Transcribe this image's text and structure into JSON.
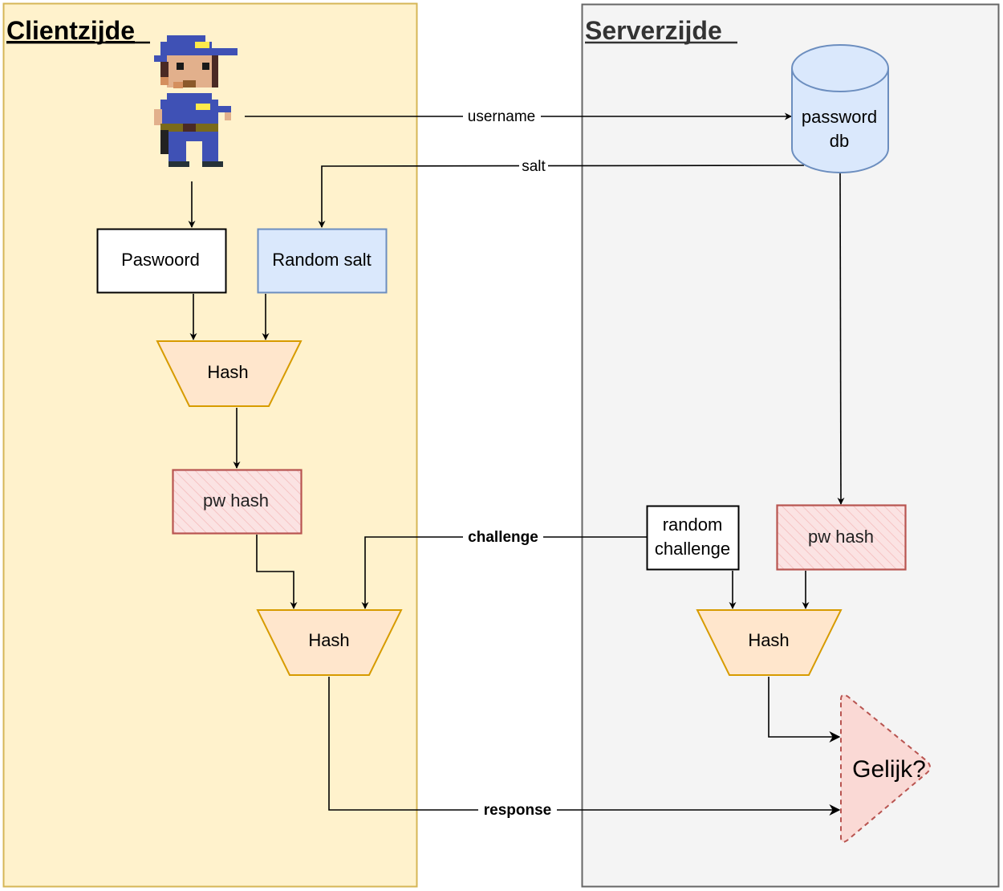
{
  "panels": {
    "client": {
      "title": "Clientzijde",
      "fill": "#fff2cc",
      "stroke": "#d6b656"
    },
    "server": {
      "title": "Serverzijde",
      "fill": "#f5f5f5",
      "stroke": "#666666"
    }
  },
  "icons": {
    "user": "pixel-police-officer-icon"
  },
  "nodes": {
    "password": "Paswoord",
    "random_salt": "Random salt",
    "hash_client_1": "Hash",
    "pw_hash_client": "pw hash",
    "hash_client_2": "Hash",
    "password_db_line1": "password",
    "password_db_line2": "db",
    "random_challenge_line1": "random",
    "random_challenge_line2": "challenge",
    "pw_hash_server": "pw hash",
    "hash_server": "Hash",
    "equal_check": "Gelijk?"
  },
  "edges": {
    "username": "username",
    "salt": "salt",
    "challenge": "challenge",
    "response": "response"
  },
  "colors": {
    "hash_fill": "#ffe6cc",
    "hash_stroke": "#d79b00",
    "blue_fill": "#dae8fc",
    "blue_stroke": "#6c8ebf",
    "red_stroke": "#b85450",
    "red_fill": "#f8cecc"
  }
}
